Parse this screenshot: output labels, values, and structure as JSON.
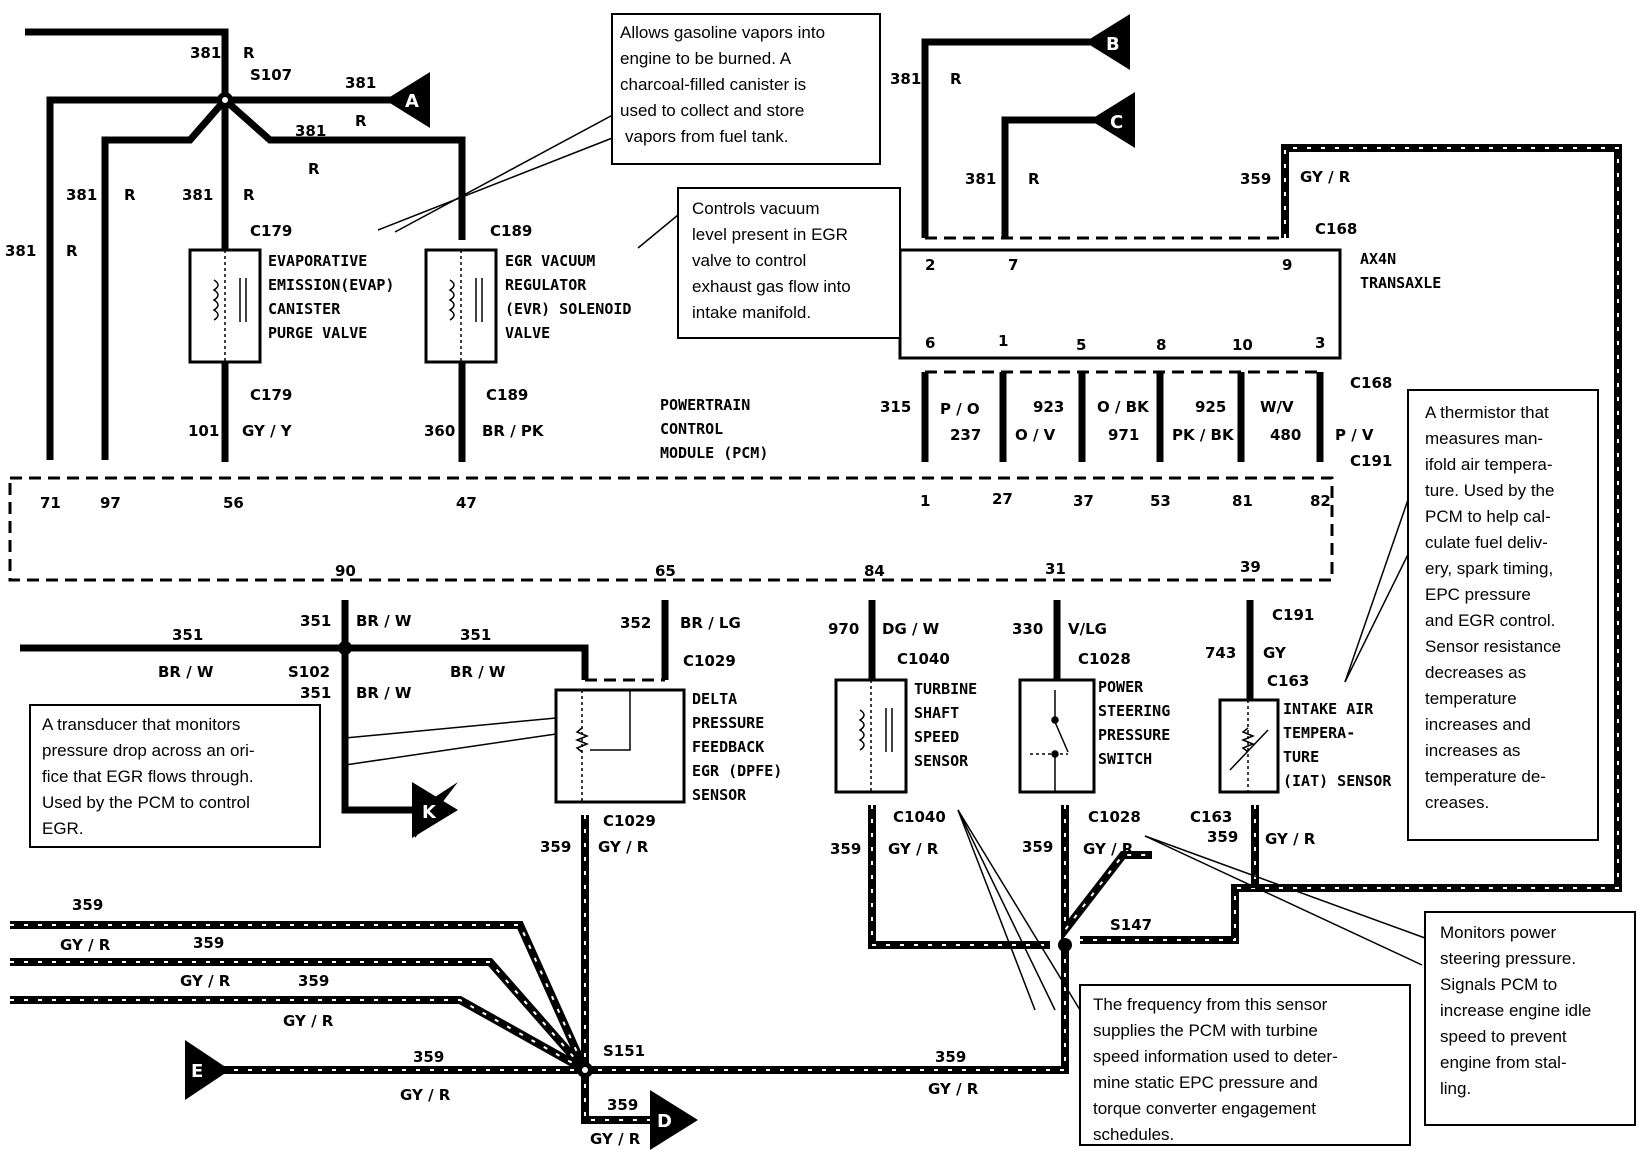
{
  "wire_labels": {
    "w381_top": "381",
    "r_top": "R",
    "s107": "S107",
    "w381_a": "381",
    "r_a": "R",
    "w381_evr": "381",
    "r_evr": "R",
    "w381_l1": "381",
    "r_l1": "R",
    "w381_l2": "381",
    "r_l2": "R",
    "w381_l3": "381",
    "r_l3": "R",
    "w381_b": "381",
    "r_b": "R",
    "w381_c": "381",
    "r_c": "R",
    "w359_t": "359",
    "gyr_t": "GY / R",
    "w101": "101",
    "gyy": "GY / Y",
    "w360": "360",
    "brpk": "BR / PK",
    "w315": "315",
    "po": "P / O",
    "w237": "237",
    "w923": "923",
    "ov": "O / V",
    "obk": "O / BK",
    "w971": "971",
    "w925": "925",
    "pkbk": "PK / BK",
    "wv": "W/V",
    "w480": "480",
    "pv": "P / V",
    "w351a": "351",
    "brw_a": "BR / W",
    "w351b": "351",
    "brw_b": "BR / W",
    "w351c": "351",
    "brw_c": "BR / W",
    "s102": "S102",
    "w351d": "351",
    "brw_d": "BR / W",
    "w352": "352",
    "brlg": "BR / LG",
    "w970": "970",
    "dgw": "DG / W",
    "w330": "330",
    "vlg": "V/LG",
    "w743": "743",
    "gy": "GY",
    "w359_dpfe": "359",
    "gyr_dpfe": "GY / R",
    "w359_tss": "359",
    "gyr_tss": "GY / R",
    "w359_pss": "359",
    "gyr_pss": "GY / R",
    "w359_iat": "359",
    "gyr_iat": "GY / R",
    "s147": "S147",
    "w359_1": "359",
    "gyr_1": "GY / R",
    "w359_2": "359",
    "gyr_2": "GY / R",
    "w359_3": "359",
    "gyr_3": "GY / R",
    "w359_e": "359",
    "gyr_e": "GY / R",
    "s151": "S151",
    "w359_d": "359",
    "gyr_d": "GY / R",
    "w359_m": "359",
    "gyr_m": "GY / R"
  },
  "connectors": {
    "c179a": "C179",
    "c189a": "C189",
    "c179b": "C179",
    "c189b": "C189",
    "c168a": "C168",
    "c168b": "C168",
    "c191a": "C191",
    "c1029a": "C1029",
    "c1040a": "C1040",
    "c1028a": "C1028",
    "c191b": "C191",
    "c163a": "C163",
    "c1029b": "C1029",
    "c1040b": "C1040",
    "c1028b": "C1028",
    "c163b": "C163"
  },
  "pins": {
    "p71": "71",
    "p97": "97",
    "p56": "56",
    "p47": "47",
    "p1": "1",
    "p27": "27",
    "p37": "37",
    "p53": "53",
    "p81": "81",
    "p82": "82",
    "p90": "90",
    "p65": "65",
    "p84": "84",
    "p31": "31",
    "p39": "39",
    "t2": "2",
    "t7": "7",
    "t9": "9",
    "t6": "6",
    "t1": "1",
    "t5": "5",
    "t8": "8",
    "t10": "10",
    "t3": "3"
  },
  "arrows": {
    "a": "A",
    "b": "B",
    "c": "C",
    "d": "D",
    "e": "E",
    "k": "K"
  },
  "components": {
    "evap": [
      "EVAPORATIVE",
      "EMISSION(EVAP)",
      "CANISTER",
      "PURGE VALVE"
    ],
    "evr": [
      "EGR VACUUM",
      "REGULATOR",
      "(EVR) SOLENOID",
      "VALVE"
    ],
    "pcm": [
      "POWERTRAIN",
      "CONTROL",
      "MODULE (PCM)"
    ],
    "trans": [
      "AX4N",
      "TRANSAXLE"
    ],
    "dpfe": [
      "DELTA",
      "PRESSURE",
      "FEEDBACK",
      "EGR (DPFE)",
      "SENSOR"
    ],
    "tss": [
      "TURBINE",
      "SHAFT",
      "SPEED",
      "SENSOR"
    ],
    "pss": [
      "POWER",
      "STEERING",
      "PRESSURE",
      "SWITCH"
    ],
    "iat": [
      "INTAKE AIR",
      "TEMPERA-",
      "TURE",
      "(IAT) SENSOR"
    ]
  },
  "notes": {
    "evap_note": [
      "Allows gasoline vapors into",
      "engine to be burned. A",
      "charcoal-filled canister is",
      "used to collect and store",
      "vapors from fuel tank."
    ],
    "evr_note": [
      "Controls vacuum",
      "level present in EGR",
      "valve to control",
      "exhaust gas flow into",
      "intake manifold."
    ],
    "iat_note": [
      "A thermistor that",
      "measures man-",
      "ifold air tempera-",
      "ture. Used by the",
      "PCM to help cal-",
      "culate fuel deliv-",
      "ery, spark timing,",
      "EPC pressure",
      "and EGR control.",
      "Sensor resistance",
      "decreases as",
      "temperature",
      "increases and",
      "increases as",
      "temperature de-",
      "creases."
    ],
    "dpfe_note": [
      "A transducer that monitors",
      "pressure drop across an ori-",
      "fice that EGR flows through.",
      "Used by the PCM to control",
      "EGR."
    ],
    "tss_note": [
      "The frequency from this sensor",
      "supplies the PCM with turbine",
      "speed information used to deter-",
      "mine static EPC pressure and",
      "torque converter engagement",
      "schedules."
    ],
    "pss_note": [
      "Monitors power",
      "steering pressure.",
      "Signals PCM to",
      "increase engine idle",
      "speed to prevent",
      "engine from stal-",
      "ling."
    ]
  }
}
